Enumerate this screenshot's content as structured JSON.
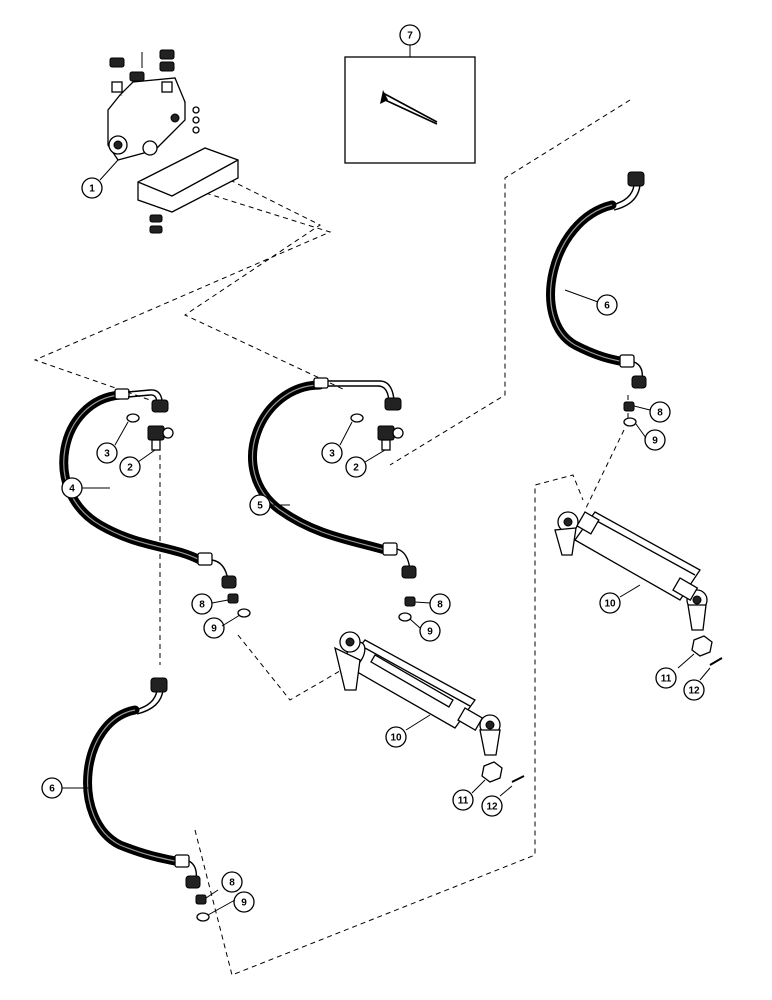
{
  "callouts": {
    "c1": "1",
    "c2a": "2",
    "c2b": "2",
    "c3a": "3",
    "c3b": "3",
    "c4": "4",
    "c5": "5",
    "c6a": "6",
    "c6b": "6",
    "c7": "7",
    "c8a": "8",
    "c8b": "8",
    "c8c": "8",
    "c8d": "8",
    "c9a": "9",
    "c9b": "9",
    "c9c": "9",
    "c9d": "9",
    "c10a": "10",
    "c10b": "10",
    "c11a": "11",
    "c11b": "11",
    "c12a": "12",
    "c12b": "12"
  },
  "colors": {
    "ink": "#000000",
    "paper": "#ffffff"
  }
}
